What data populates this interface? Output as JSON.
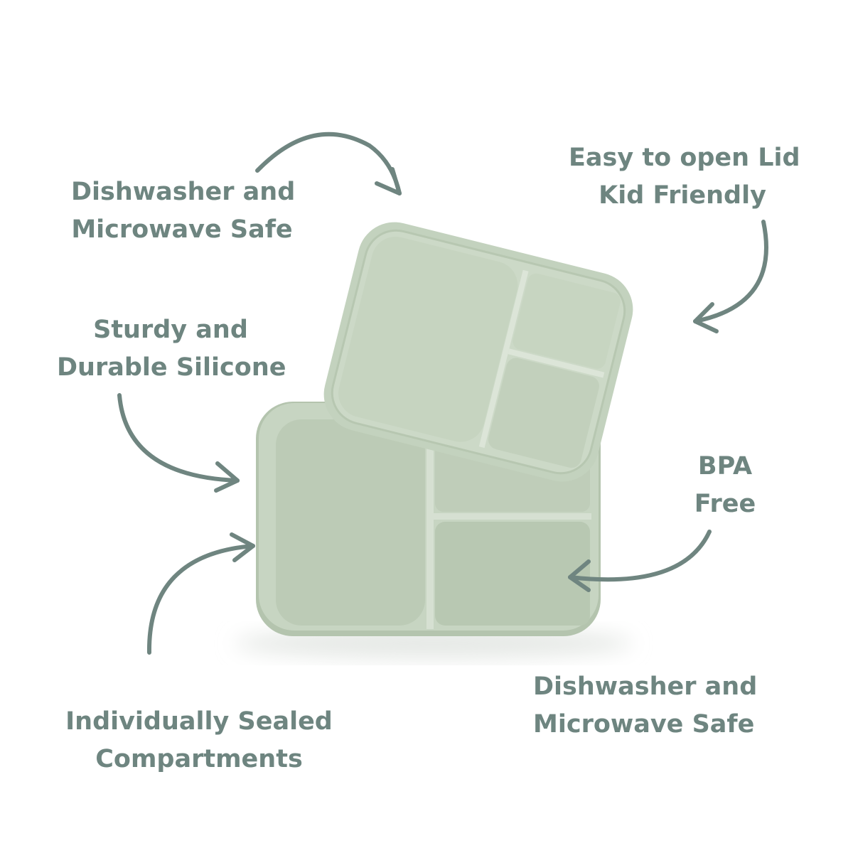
{
  "colors": {
    "text": "#6e8580",
    "arrow": "#6f8580",
    "silicone": "#c4d3bf",
    "silicone_light": "#d2ddcd",
    "silicone_dark": "#a9baa3",
    "background": "#ffffff"
  },
  "features": {
    "dishwasher_top": {
      "line1": "Dishwasher and",
      "line2": "Microwave Safe"
    },
    "easy_lid": {
      "line1": "Easy to open Lid",
      "line2": "Kid Friendly"
    },
    "sturdy": {
      "line1": "Sturdy and",
      "line2": "Durable Silicone"
    },
    "bpa": {
      "line1": "BPA",
      "line2": "Free"
    },
    "dishwasher_bottom": {
      "line1": "Dishwasher and",
      "line2": "Microwave Safe"
    },
    "sealed": {
      "line1": "Individually Sealed",
      "line2": "Compartments"
    }
  },
  "icons": {
    "arrows": "curved-arrow-icon",
    "product": "silicone-bento-box-illustration"
  }
}
